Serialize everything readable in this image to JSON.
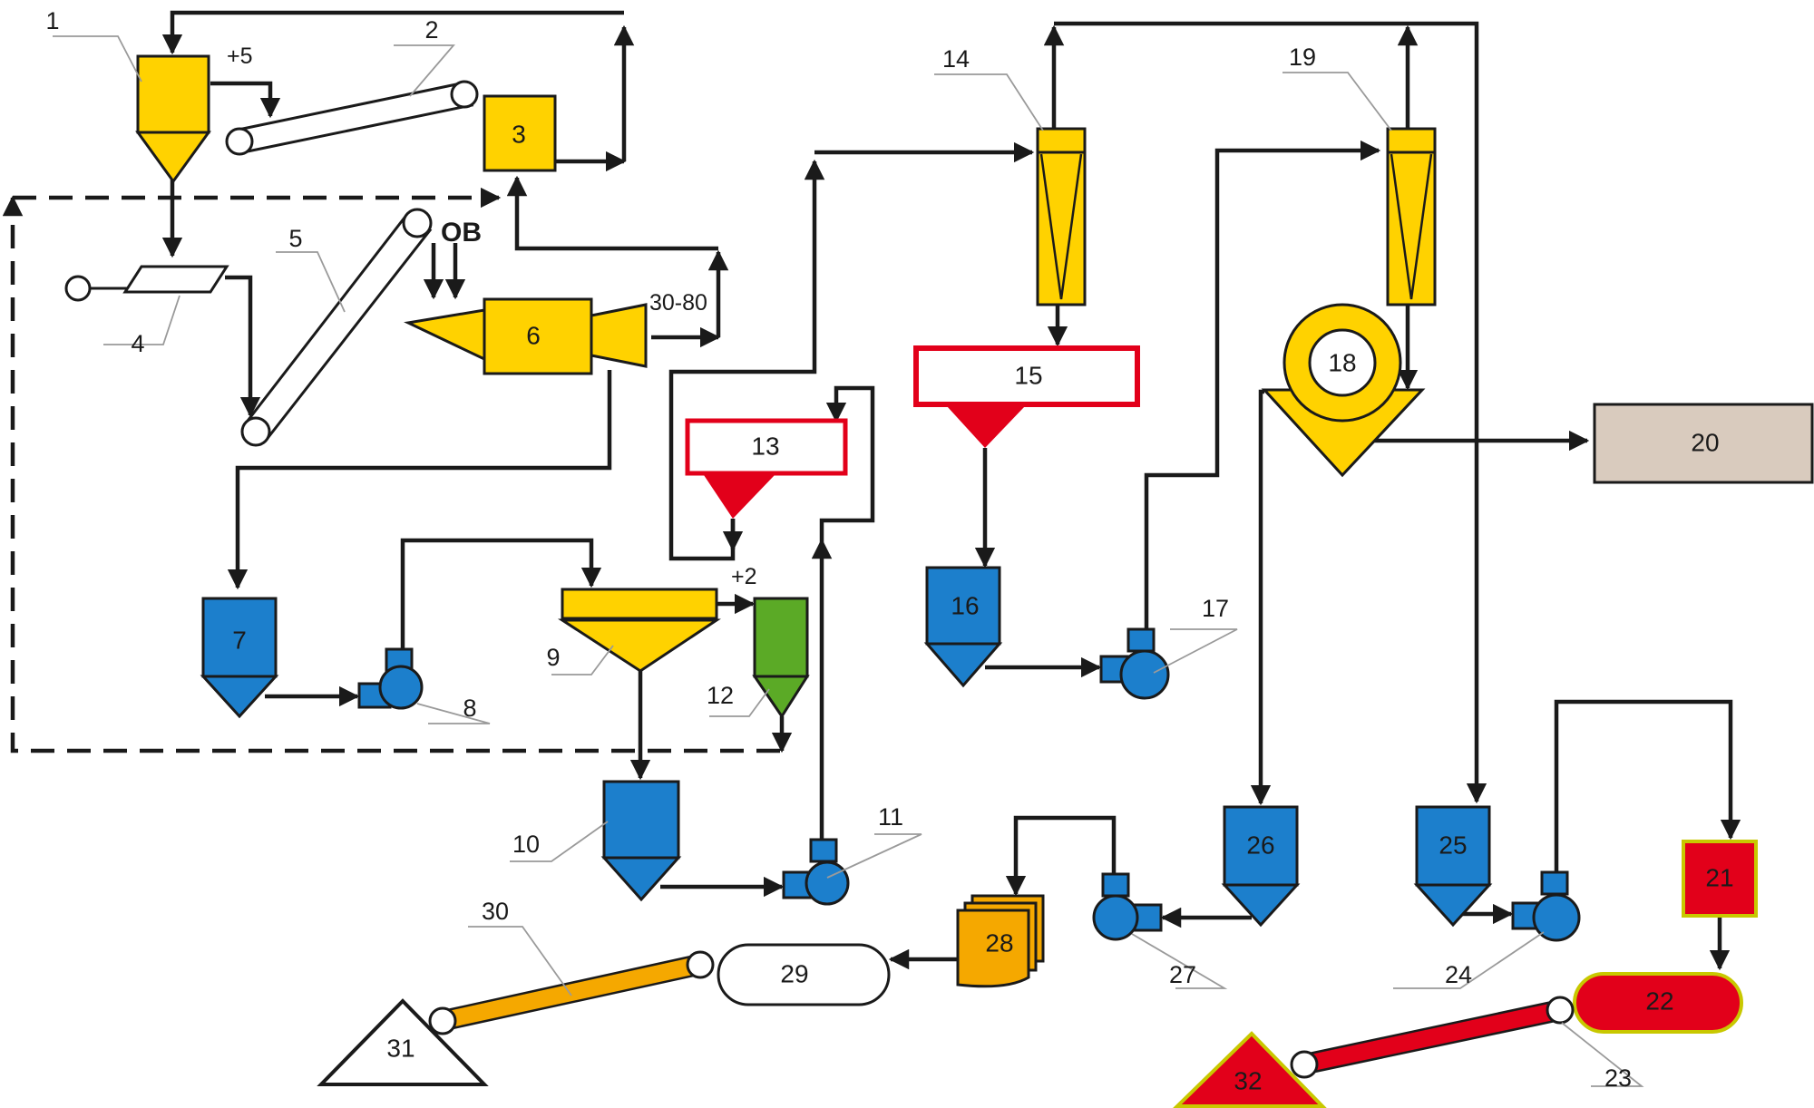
{
  "colors": {
    "yellow": "#FFD200",
    "blue": "#1C7FCC",
    "red": "#E2001A",
    "green": "#5BAA26",
    "orange": "#F5A800",
    "tan": "#D9CBBE",
    "line": "#1a1a1a"
  },
  "units": [
    {
      "id": "1",
      "label": "1",
      "color": "yellow"
    },
    {
      "id": "2",
      "label": "2"
    },
    {
      "id": "3",
      "label": "3",
      "color": "yellow"
    },
    {
      "id": "4",
      "label": "4"
    },
    {
      "id": "5",
      "label": "5"
    },
    {
      "id": "6",
      "label": "6",
      "color": "yellow"
    },
    {
      "id": "7",
      "label": "7",
      "color": "blue"
    },
    {
      "id": "8",
      "label": "8",
      "color": "blue"
    },
    {
      "id": "9",
      "label": "9",
      "color": "yellow"
    },
    {
      "id": "10",
      "label": "10",
      "color": "blue"
    },
    {
      "id": "11",
      "label": "11",
      "color": "blue"
    },
    {
      "id": "12",
      "label": "12",
      "color": "green"
    },
    {
      "id": "13",
      "label": "13",
      "color": "red"
    },
    {
      "id": "14",
      "label": "14",
      "color": "yellow"
    },
    {
      "id": "15",
      "label": "15",
      "color": "red"
    },
    {
      "id": "16",
      "label": "16",
      "color": "blue"
    },
    {
      "id": "17",
      "label": "17",
      "color": "blue"
    },
    {
      "id": "18",
      "label": "18",
      "color": "yellow"
    },
    {
      "id": "19",
      "label": "19",
      "color": "yellow"
    },
    {
      "id": "20",
      "label": "20",
      "color": "tan"
    },
    {
      "id": "21",
      "label": "21",
      "color": "red"
    },
    {
      "id": "22",
      "label": "22",
      "color": "red"
    },
    {
      "id": "23",
      "label": "23",
      "color": "red"
    },
    {
      "id": "24",
      "label": "24",
      "color": "blue"
    },
    {
      "id": "25",
      "label": "25",
      "color": "blue"
    },
    {
      "id": "26",
      "label": "26",
      "color": "blue"
    },
    {
      "id": "27",
      "label": "27",
      "color": "blue"
    },
    {
      "id": "28",
      "label": "28",
      "color": "orange"
    },
    {
      "id": "29",
      "label": "29"
    },
    {
      "id": "30",
      "label": "30",
      "color": "orange"
    },
    {
      "id": "31",
      "label": "31"
    },
    {
      "id": "32",
      "label": "32",
      "color": "red"
    }
  ],
  "annotations": {
    "plus5": "+5",
    "plus2": "+2",
    "size_range": "30-80",
    "water": "OB"
  }
}
